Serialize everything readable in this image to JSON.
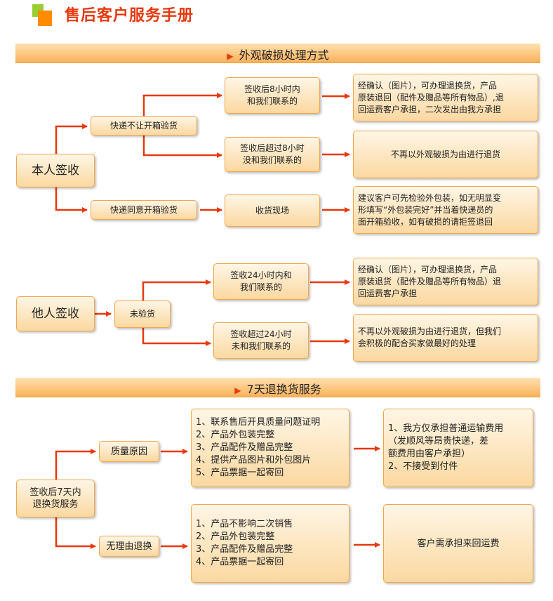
{
  "header": {
    "title": "售后客户服务手册"
  },
  "section1": {
    "title": "外观破损处理方式",
    "self": {
      "root": "本人签收",
      "branch_a": {
        "label": "快递不让开箱验货",
        "case1": "签收后8小时内\n和我们联系的",
        "result1": "经确认（图片），可办理退换货，产品\n原装退回（配件及赠品等所有物品）,退\n回运费客户承担，二次发出由我方承担",
        "case2": "签收后超过8小时\n没和我们联系的",
        "result2": "不再以外观破损为由进行退货"
      },
      "branch_b": {
        "label": "快递同意开箱验货",
        "case": "收货现场",
        "result": "建议客户可先检验外包装，如无明显变\n形填写“外包装完好”并当着快递员的\n面开箱验收，如有破损的请拒签退回"
      }
    },
    "other": {
      "root": "他人签收",
      "mid": "未验货",
      "case1": "签收24小时内和\n我们联系的",
      "result1": "经确认（图片），可办理退换货，产品\n原装退货（配件及赠品等所有物品）退\n回运费客户承担",
      "case2": "签收超过24小时\n未和我们联系的",
      "result2": "不再以外观破损为由进行退货，但我们\n会积极的配合买家做最好的处理"
    }
  },
  "section2": {
    "title": "7天退换货服务",
    "root": "签收后7天内\n退换货服务",
    "quality": {
      "label": "质量原因",
      "conditions": "1、联系售后开具质量问题证明\n2、产品外包装完整\n3、产品配件及赠品完整\n4、提供产品图片和外包图片\n5、产品票据一起寄回",
      "result": "1、我方仅承担普通运输费用\n（发顺风等昂贵快递，差\n额费用由客户承担）\n2、不接受到付件"
    },
    "no_reason": {
      "label": "无理由退换",
      "conditions": "1、产品不影响二次销售\n2、产品外包装完整\n3、产品配件及赠品完整\n4、产品票据一起寄回",
      "result": "客户需承担来回运费"
    }
  }
}
